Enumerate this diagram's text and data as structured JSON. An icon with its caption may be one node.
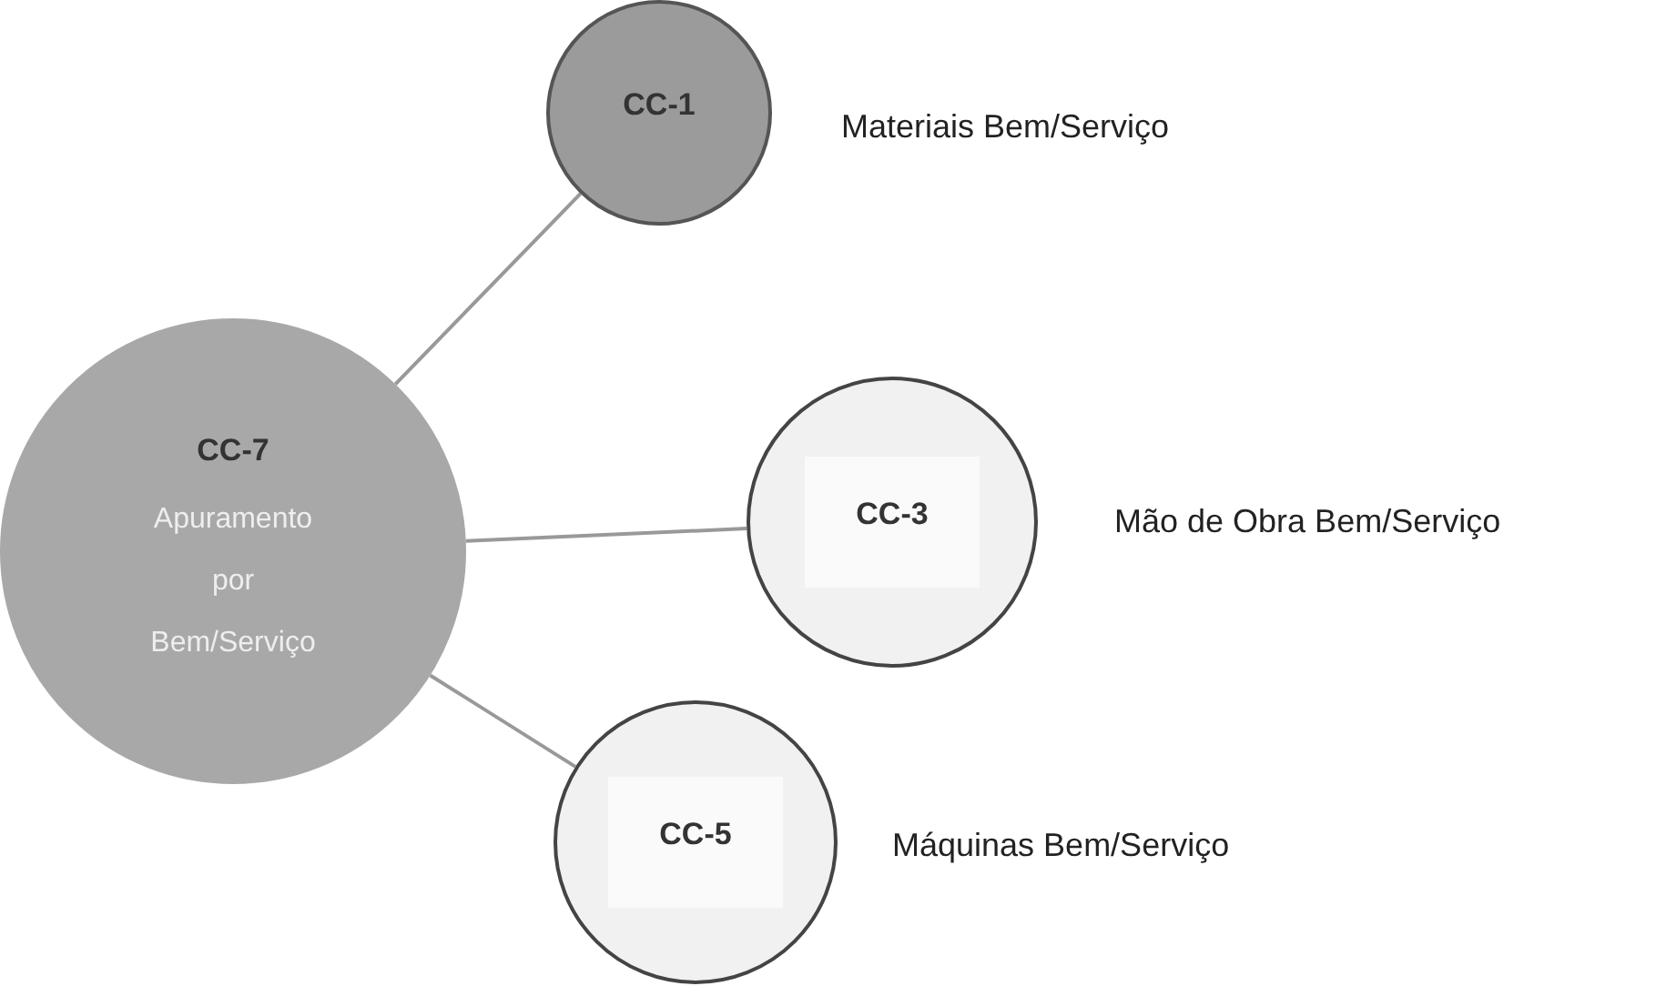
{
  "diagram": {
    "nodes": [
      {
        "text": [
          "CC-7",
          "Apuramento por Bem/Serviço"
        ]
      },
      {
        "text": [
          "CC-1"
        ],
        "beside": [
          "Materiais Bem/Serviço"
        ]
      },
      {
        "text": [
          "CC-3"
        ],
        "beside": [
          "Mão de Obra Bem/Serviço"
        ]
      },
      {
        "text": [
          "CC-5"
        ],
        "beside": [
          "Máquinas Bem/Serviço"
        ]
      }
    ],
    "edges": [
      {
        "from": 0,
        "to": 1,
        "arrow": "none"
      },
      {
        "from": 0,
        "to": 2,
        "arrow": "none"
      },
      {
        "from": 0,
        "to": 3,
        "arrow": "none"
      }
    ]
  }
}
